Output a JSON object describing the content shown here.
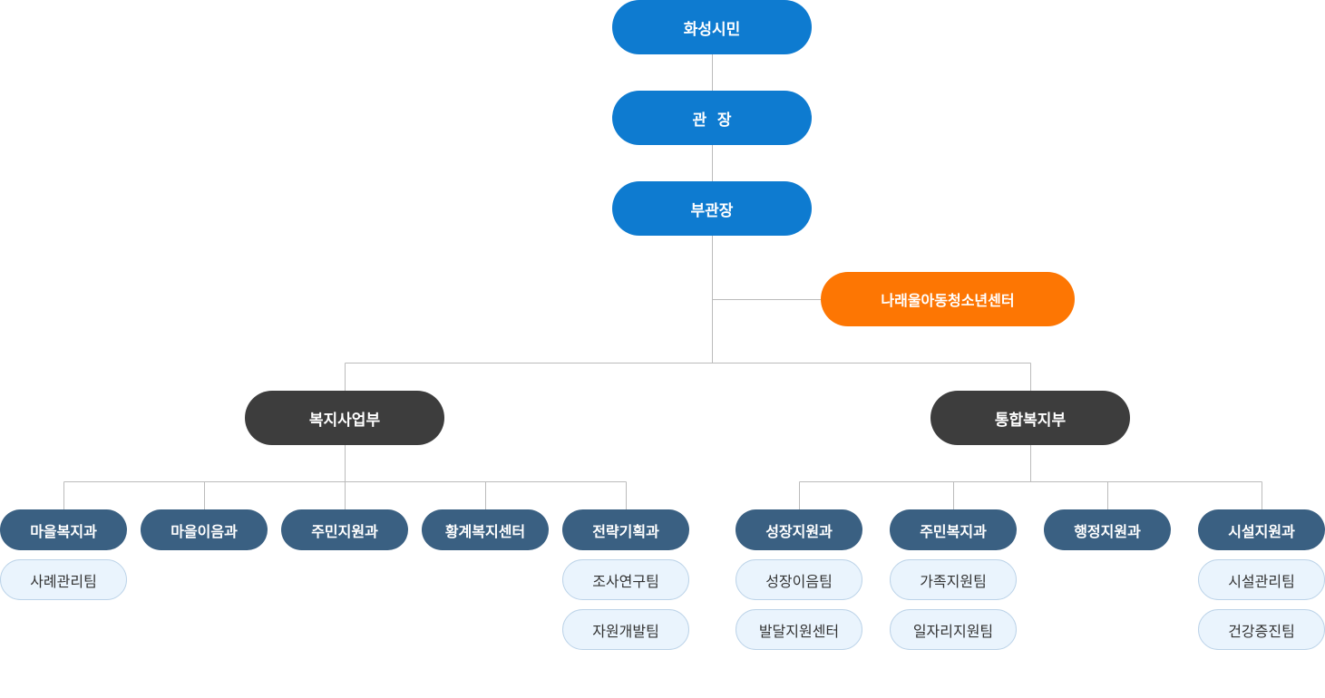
{
  "top": {
    "citizens": "화성시민",
    "director": "관  장",
    "deputy": "부관장",
    "youth_center": "나래울아동청소년센터"
  },
  "departments": {
    "welfare_business": "복지사업부",
    "integrated_welfare": "통합복지부"
  },
  "welfare_business_divisions": [
    {
      "name": "마을복지과",
      "teams": [
        "사례관리팀"
      ]
    },
    {
      "name": "마을이음과",
      "teams": []
    },
    {
      "name": "주민지원과",
      "teams": []
    },
    {
      "name": "황계복지센터",
      "teams": []
    },
    {
      "name": "전략기획과",
      "teams": [
        "조사연구팀",
        "자원개발팀"
      ]
    }
  ],
  "integrated_welfare_divisions": [
    {
      "name": "성장지원과",
      "teams": [
        "성장이음팀",
        "발달지원센터"
      ]
    },
    {
      "name": "주민복지과",
      "teams": [
        "가족지원팀",
        "일자리지원팀"
      ]
    },
    {
      "name": "행정지원과",
      "teams": []
    },
    {
      "name": "시설지원과",
      "teams": [
        "시설관리팀",
        "건강증진팀"
      ]
    }
  ],
  "colors": {
    "top_blue": "#0e7bd0",
    "youth_orange": "#fd7603",
    "department_dark": "#3d3d3d",
    "division_slate": "#3a6082",
    "team_fill": "#eaf4fd",
    "team_border": "#bcd3e8",
    "connector": "#bbbbbb"
  }
}
